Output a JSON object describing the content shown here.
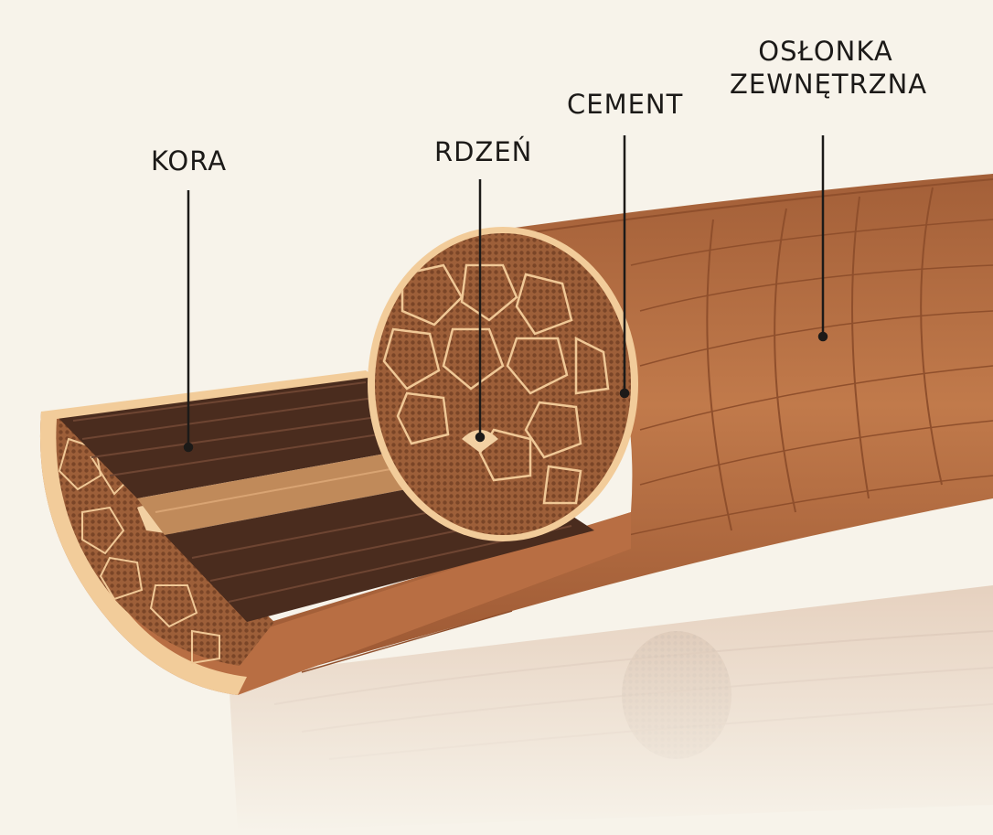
{
  "labels": {
    "kora": "KORA",
    "rdzen": "RDZEŃ",
    "cement": "CEMENT",
    "oslonka_line1": "OSŁONKA",
    "oslonka_line2": "ZEWNĘTRZNA"
  },
  "colors": {
    "background": "#f7f3ea",
    "cuticle": "#b86e43",
    "cuticle_dark": "#8f4f2c",
    "cement_rim": "#f2cc9a",
    "cortex_dark": "#4a2c1e",
    "cortex_light": "#c08a5a",
    "cell_fill": "#a8683f",
    "cell_outline": "#f0c896",
    "intercell": "#e9892e",
    "medulla": "#f2d0a2",
    "leader_line": "#1c1a18"
  }
}
